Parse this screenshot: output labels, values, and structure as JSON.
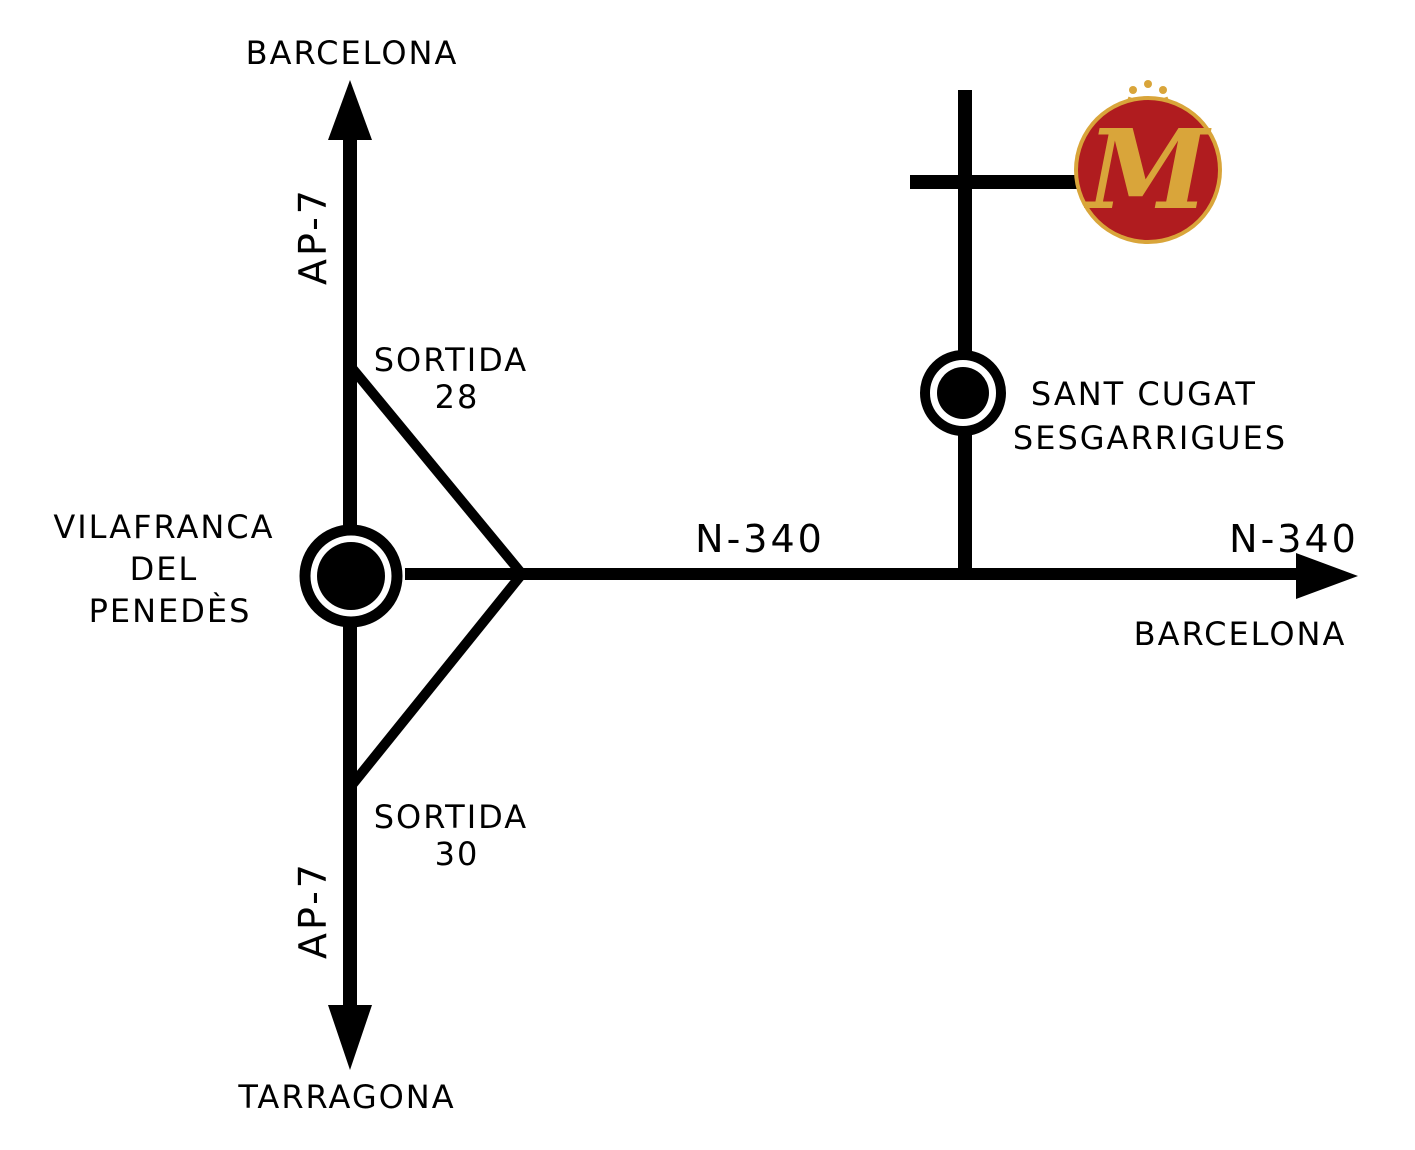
{
  "labels": {
    "top_destination": "BARCELONA",
    "bottom_destination": "TARRAGONA",
    "east_destination": "BARCELONA",
    "highway_north": "AP-7",
    "highway_south": "AP-7",
    "exit_28_line1": "SORTIDA",
    "exit_28_line2": "28",
    "exit_30_line1": "SORTIDA",
    "exit_30_line2": "30",
    "town_main_line1": "VILAFRANCA",
    "town_main_line2": "DEL",
    "town_main_line3": "PENEDÈS",
    "town_east_line1": "SANT CUGAT",
    "town_east_line2": "SESGARRIGUES",
    "national_road_mid": "N-340",
    "national_road_end": "N-340"
  },
  "logo": {
    "monogram": "M",
    "icon": "winery-monogram-logo",
    "background_color": "#b01c1f",
    "letter_color": "#d9a53a"
  },
  "colors": {
    "road": "#000000",
    "background": "#ffffff"
  }
}
